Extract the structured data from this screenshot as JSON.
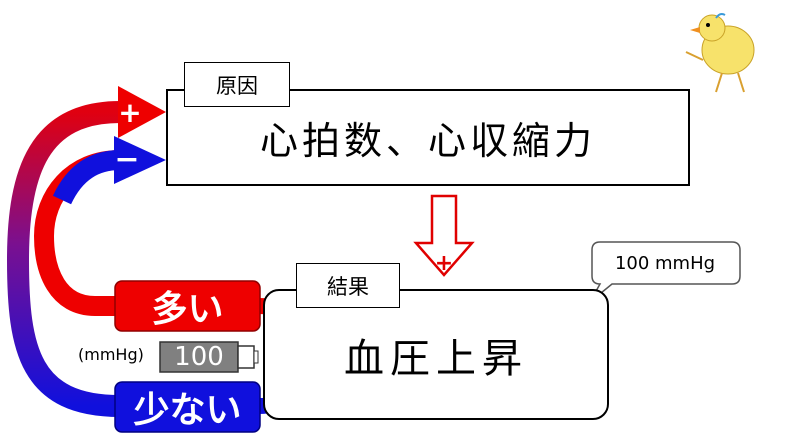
{
  "cause": {
    "tag": "原因",
    "text": "心拍数、心収縮力"
  },
  "result": {
    "tag": "結果",
    "text": "血圧上昇"
  },
  "callout": {
    "text": "100 mmHg"
  },
  "indicators": {
    "many": "多い",
    "few": "少ない",
    "unit": "(mmHg)",
    "battery_value": "100"
  },
  "signs": {
    "plus": "+",
    "minus": "−",
    "down_arrow_sign": "+"
  },
  "colors": {
    "red": "#ee0000",
    "blue": "#1010dd",
    "battery": "#808080",
    "arrow_outline": "#e00000"
  }
}
